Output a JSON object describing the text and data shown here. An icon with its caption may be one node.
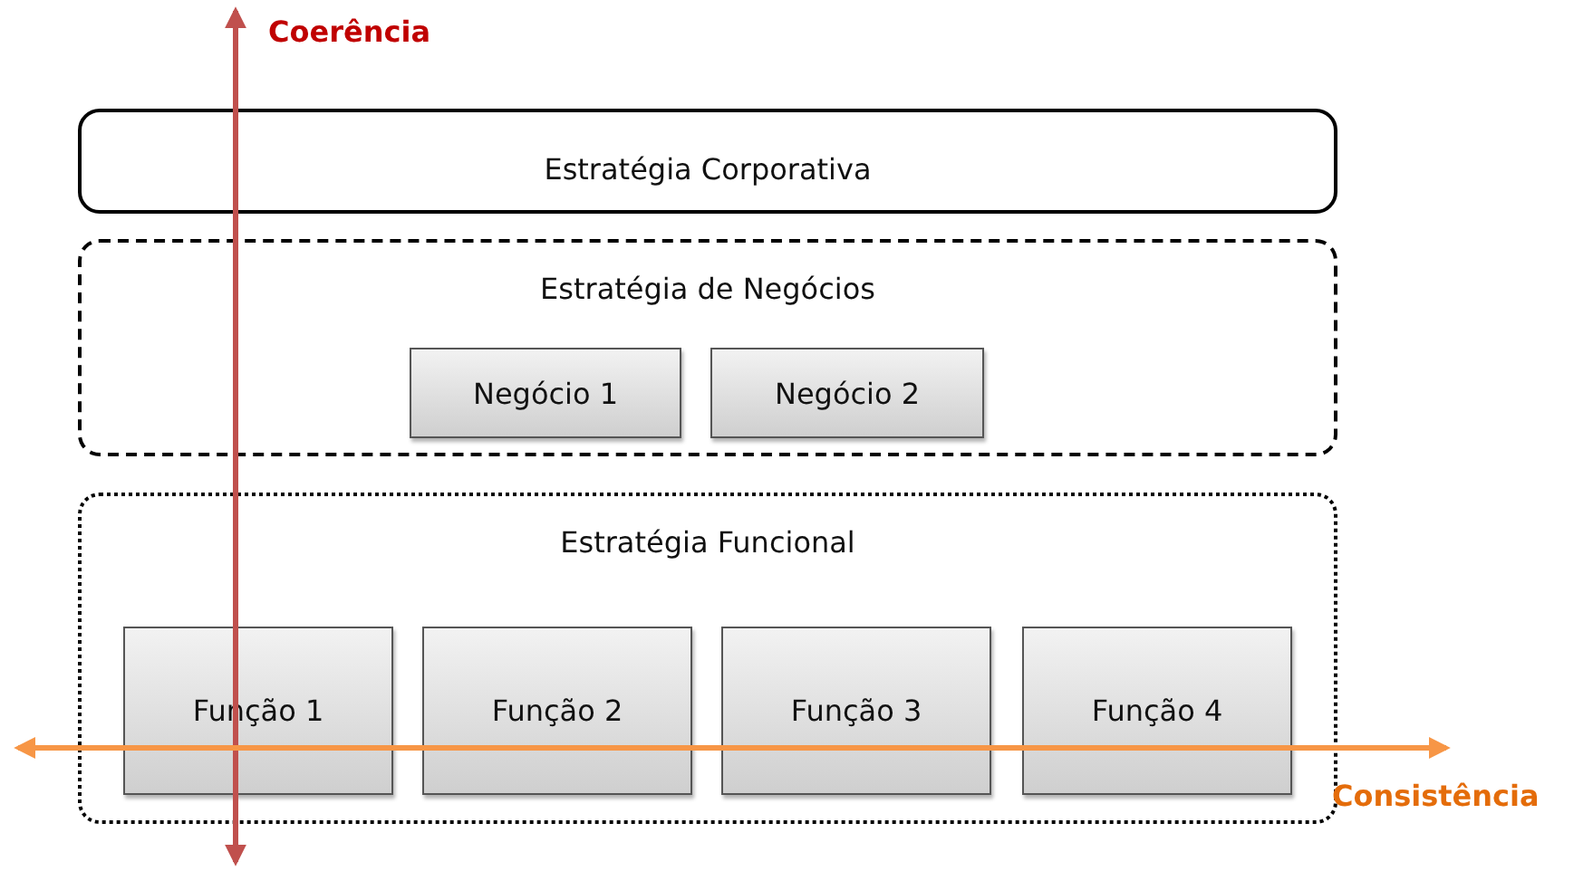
{
  "diagram": {
    "nodes": [
      {
        "text": [
          "Estratégia Corporativa"
        ]
      },
      {
        "text": [
          "Estratégia de Negócios"
        ]
      },
      {
        "text": [
          "Negócio 1"
        ],
        "in": 1
      },
      {
        "text": [
          "Negócio 2"
        ],
        "in": 1
      },
      {
        "text": [
          "Estratégia Funcional"
        ]
      },
      {
        "text": [
          "Função 1"
        ],
        "in": 4
      },
      {
        "text": [
          "Função 2"
        ],
        "in": 4
      },
      {
        "text": [
          "Função 3"
        ],
        "in": 4
      },
      {
        "text": [
          "Função 4"
        ],
        "in": 4
      }
    ],
    "edges": [],
    "labels": [
      "Coerência",
      "Consistência"
    ]
  }
}
